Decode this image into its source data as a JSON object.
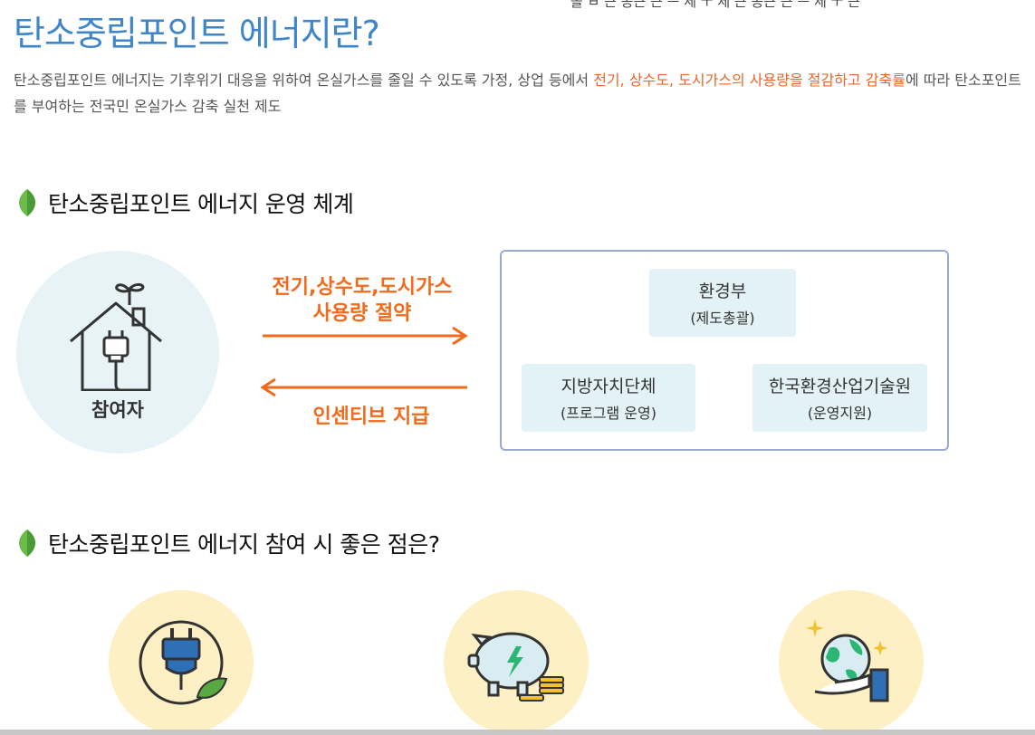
{
  "top_cut_text": "돌 ㅂ 근 공근 근 ㅡ 세 ㅜ 세 근 공근 근 ㅡ 세 ㅜ 근",
  "page_title": "탄소중립포인트 에너지란?",
  "intro": {
    "before": "탄소중립포인트 에너지는 기후위기 대응을 위하여 온실가스를 줄일 수 있도록 가정, 상업 등에서 ",
    "highlight": "전기, 상수도, 도시가스의 사용량을 절감하고 감축률",
    "after": "에 따라 탄소포인트를 부여하는 전국민 온실가스 감축 실천 제도",
    "highlight_color": "#e8642a"
  },
  "section1": {
    "title": "탄소중립포인트 에너지 운영 체계"
  },
  "participant": {
    "label": "참여자"
  },
  "flow": {
    "to_right_line1": "전기,상수도,도시가스",
    "to_right_line2": "사용량 절약",
    "to_left": "인센티브 지급",
    "arrow_color": "#f26a1b"
  },
  "orgs": {
    "ministry": {
      "name": "환경부",
      "sub": "(제도총괄)"
    },
    "local_gov": {
      "name": "지방자치단체",
      "sub": "(프로그램 운영)"
    },
    "institute": {
      "name": "한국환경산업기술원",
      "sub": "(운영지원)"
    }
  },
  "section2": {
    "title": "탄소중립포인트 에너지 참여 시 좋은 점은?"
  },
  "benefits": [
    {
      "icon": "plug-leaf-icon"
    },
    {
      "icon": "piggy-bank-coins-icon"
    },
    {
      "icon": "earth-hand-icon"
    }
  ],
  "colors": {
    "accent_blue": "#3f86c8",
    "accent_orange": "#f26a1b",
    "leaf_green": "#5aa844"
  }
}
